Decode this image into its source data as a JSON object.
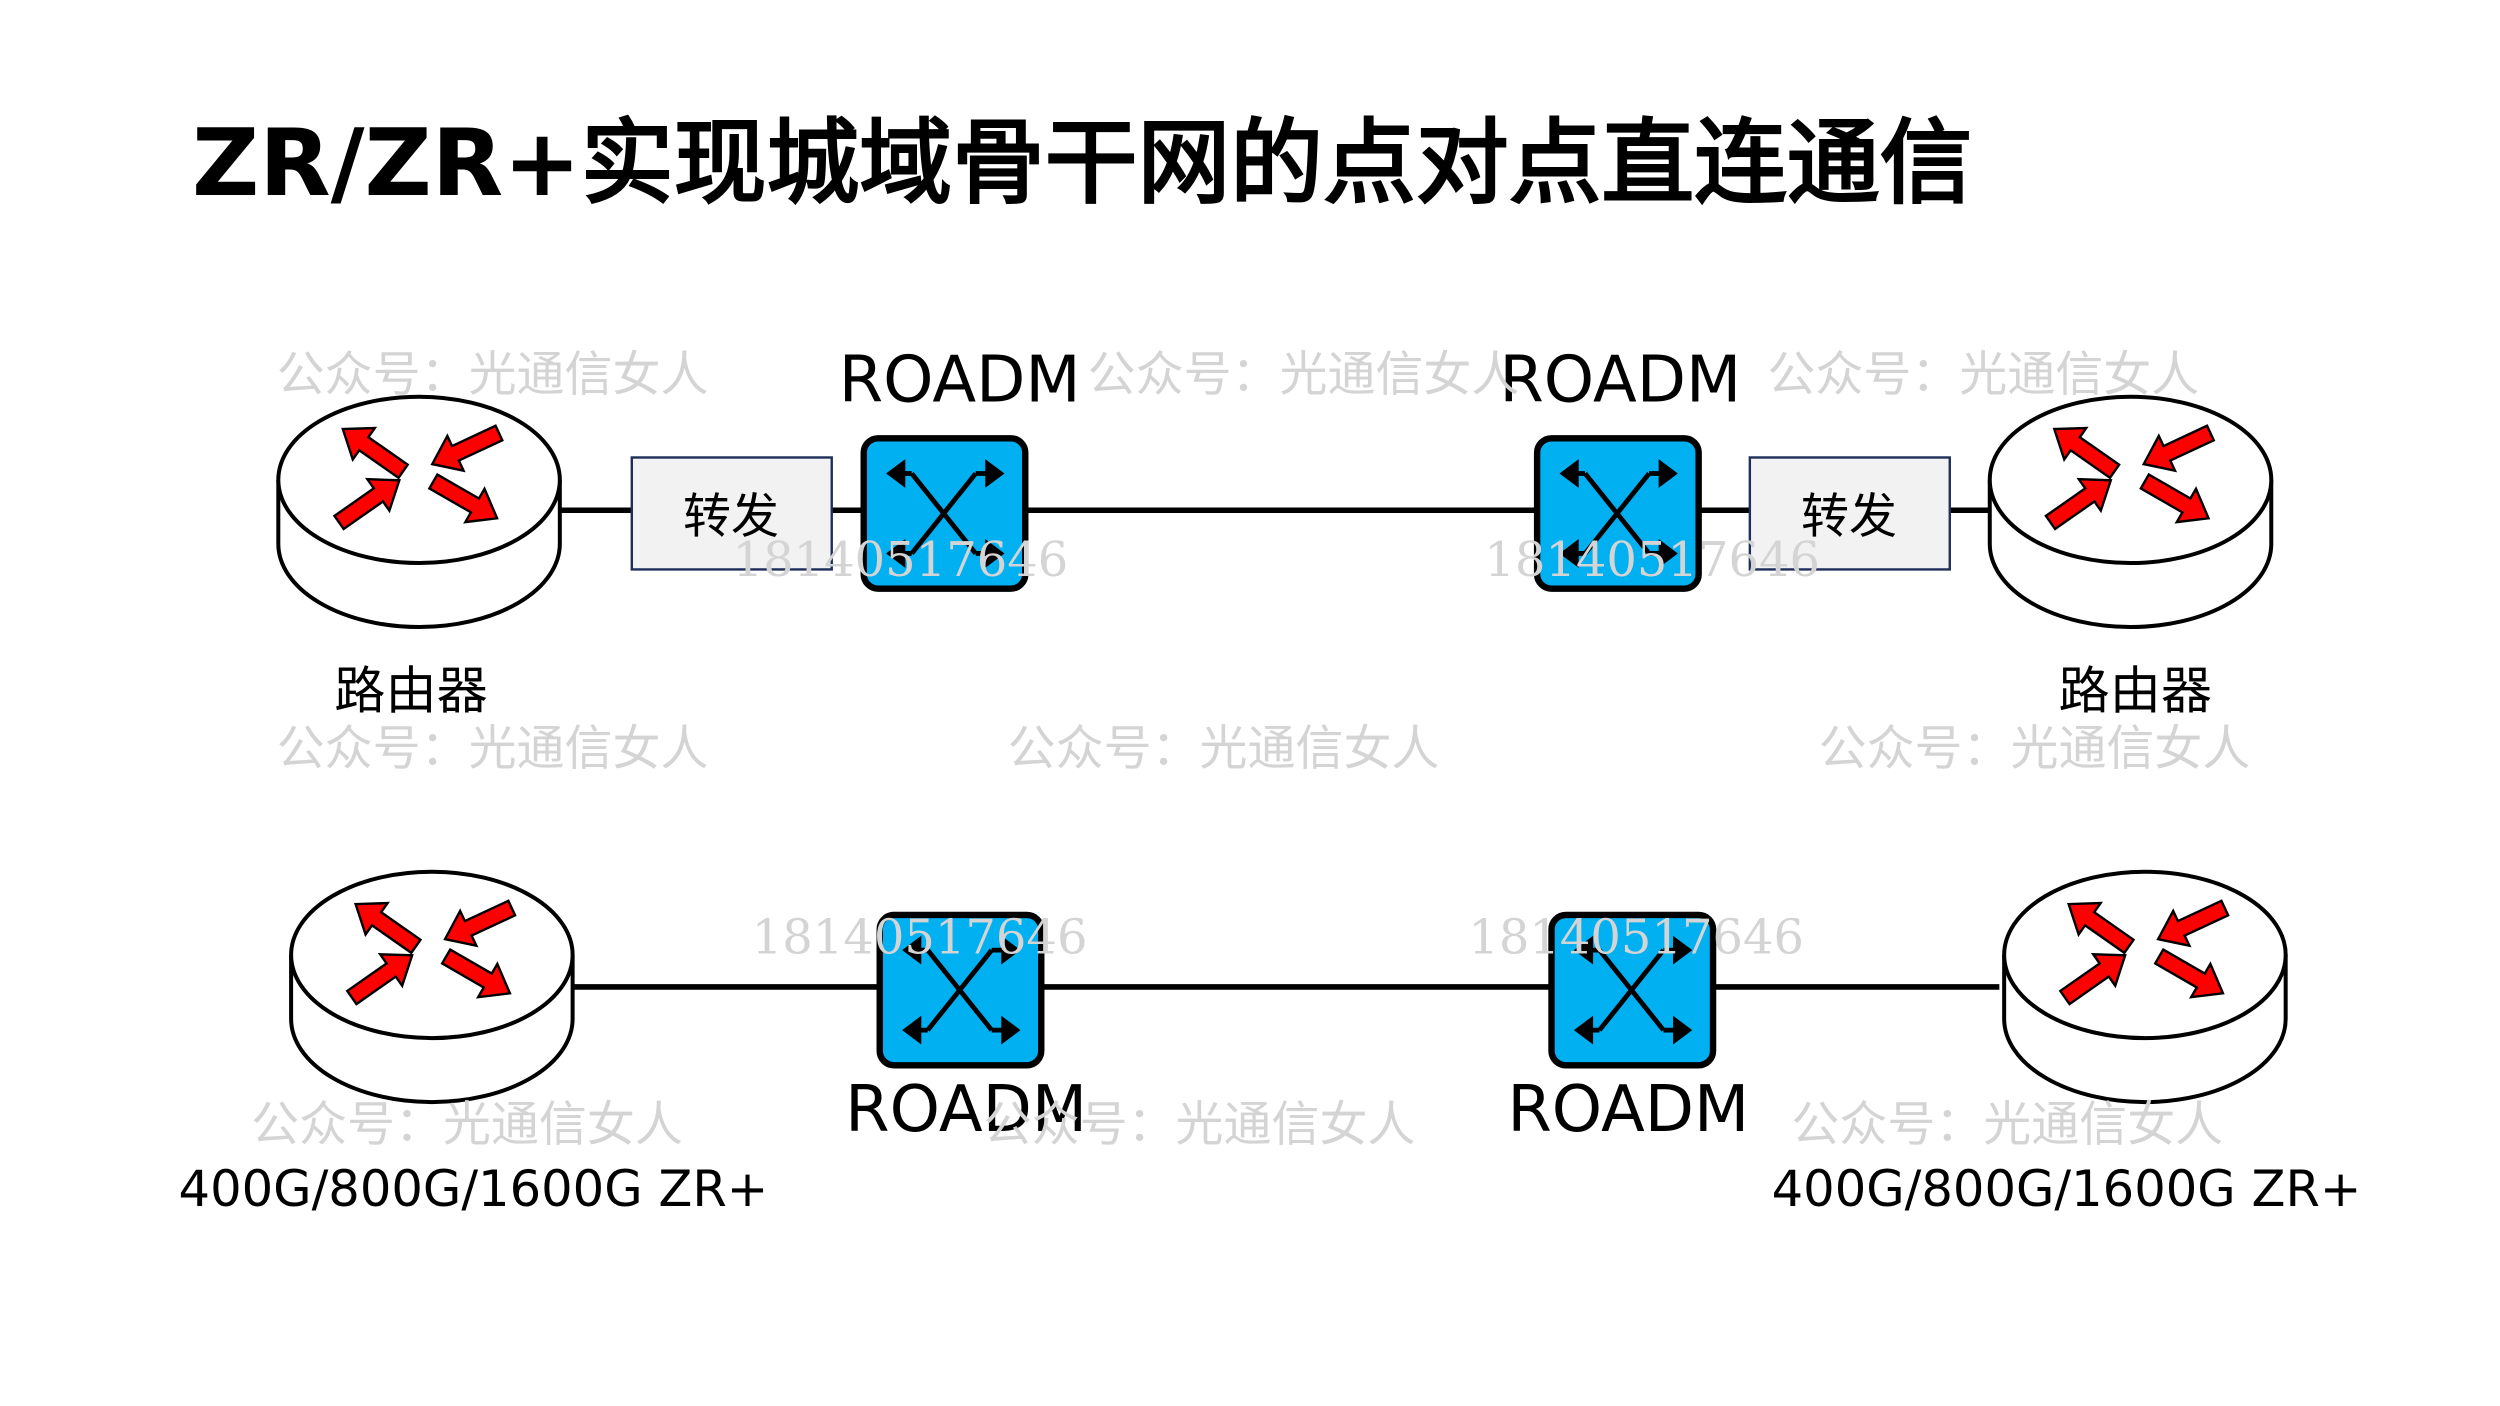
{
  "title": "ZR/ZR+实现城域骨干网的点对点直连通信",
  "top_row": {
    "router_left_label": "路由器",
    "router_right_label": "路由器",
    "forward_left": "转发",
    "forward_right": "转发",
    "roadm_left": "ROADM",
    "roadm_right": "ROADM"
  },
  "bottom_row": {
    "zr_left_label": "400G/800G/1600G ZR+",
    "zr_right_label": "400G/800G/1600G ZR+",
    "roadm_left": "ROADM",
    "roadm_right": "ROADM"
  },
  "watermarks": {
    "account": "公众号：光通信女人",
    "phone": "18140517646"
  },
  "colors": {
    "roadm": "#00b0f0",
    "arrow": "#ff0000",
    "forward_box": "#f2f2f2",
    "forward_border": "#1f2f5a"
  }
}
